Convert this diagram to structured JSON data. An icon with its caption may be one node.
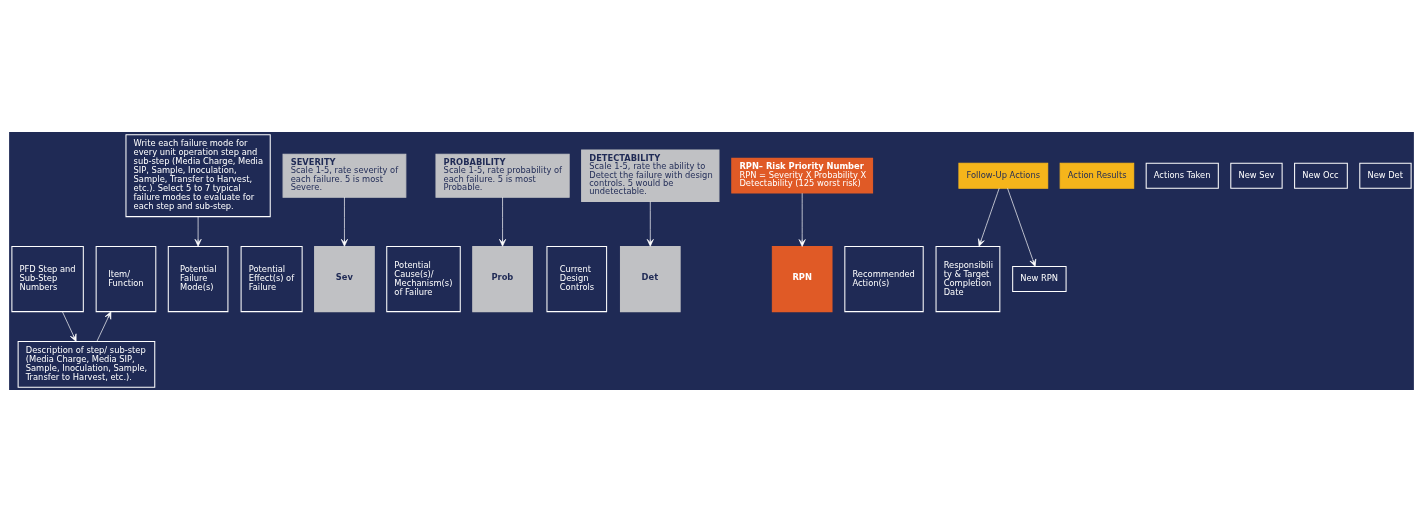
{
  "diagram": {
    "nodes": [
      {
        "text": [
          "PFD Step and Sub-Step Numbers"
        ]
      },
      {
        "text": [
          "Item/ Function"
        ]
      },
      {
        "text": [
          "Potential Failure Mode(s)"
        ]
      },
      {
        "text": [
          "Potential Effect(s) of Failure"
        ]
      },
      {
        "text": [
          "Sev"
        ]
      },
      {
        "text": [
          "Potential Cause(s)/ Mechanism(s) of Failure"
        ]
      },
      {
        "text": [
          "Prob"
        ]
      },
      {
        "text": [
          "Current Design Controls"
        ]
      },
      {
        "text": [
          "Det"
        ]
      },
      {
        "text": [
          "RPN"
        ]
      },
      {
        "text": [
          "Recommended Action(s)"
        ]
      },
      {
        "text": [
          "Responsibility & Target Completion Date"
        ]
      },
      {
        "text": [
          "Description of step/ sub-step (Media Charge, Media SIP, Sample, Inoculation, Sample, Transfer to Harvest, etc.)."
        ]
      },
      {
        "text": [
          "Write each failure mode for every unit operation step and sub-step (Media Charge, Media SIP, Sample, Inoculation, Sample, Transfer to Harvest, etc.). Select 5 to 7 typical failure modes to evaluate for each step and sub-step."
        ]
      },
      {
        "text": [
          "SEVERITY",
          "Scale 1-5, rate severity of each failure. 5 is most Severe."
        ]
      },
      {
        "text": [
          "PROBABILITY",
          "Scale 1-5, rate probability of each failure. 5 is most Probable."
        ]
      },
      {
        "text": [
          "DETECTABILITY",
          "Scale 1-5, rate the ability to Detect the failure with design controls. 5 would be undetectable."
        ]
      },
      {
        "text": [
          "RPN– Risk Priority Number",
          "RPN = Severity X Probability X Detectability (125 worst risk)"
        ]
      },
      {
        "text": [
          "Follow-Up Actions"
        ]
      },
      {
        "text": [
          "Action Results"
        ]
      },
      {
        "text": [
          "Actions Taken"
        ]
      },
      {
        "text": [
          "New Sev"
        ]
      },
      {
        "text": [
          "New Occ"
        ]
      },
      {
        "text": [
          "New Det"
        ]
      },
      {
        "text": [
          "New RPN"
        ]
      }
    ],
    "edges": [
      {
        "from": 0,
        "to": 12,
        "arrow": "to"
      },
      {
        "from": 12,
        "to": 1,
        "arrow": "to"
      },
      {
        "from": 13,
        "to": 2,
        "arrow": "to"
      },
      {
        "from": 14,
        "to": 4,
        "arrow": "to"
      },
      {
        "from": 15,
        "to": 6,
        "arrow": "to"
      },
      {
        "from": 16,
        "to": 8,
        "arrow": "to"
      },
      {
        "from": 17,
        "to": 9,
        "arrow": "to"
      },
      {
        "from": 18,
        "to": 11,
        "arrow": "to"
      },
      {
        "from": 18,
        "to": 24,
        "arrow": "to"
      }
    ]
  }
}
